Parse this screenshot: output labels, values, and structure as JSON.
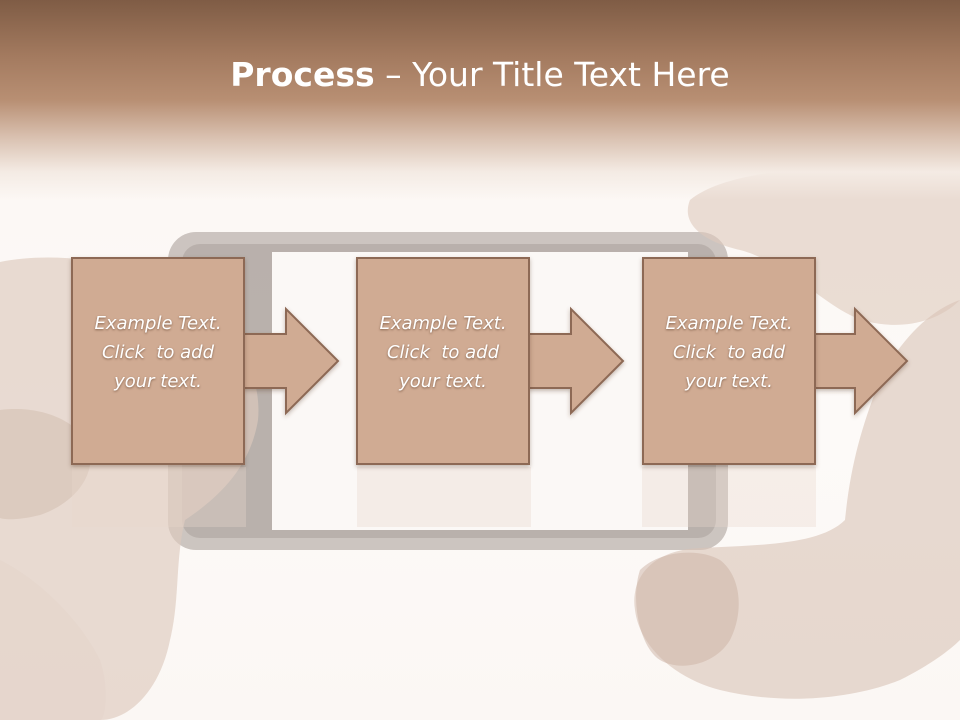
{
  "slide": {
    "title_bold": "Process",
    "title_rest": " – Your Title Text Here"
  },
  "steps": [
    {
      "line1": "Example Text.",
      "line2": "Click  to add",
      "line3": "your text."
    },
    {
      "line1": "Example Text.",
      "line2": "Click  to add",
      "line3": "your text."
    },
    {
      "line1": "Example Text.",
      "line2": "Click  to add",
      "line3": "your text."
    }
  ],
  "colors": {
    "header_dark": "#7f5c45",
    "box_fill": "#d0ab93",
    "box_border": "#8d6955",
    "text": "#ffffff"
  }
}
